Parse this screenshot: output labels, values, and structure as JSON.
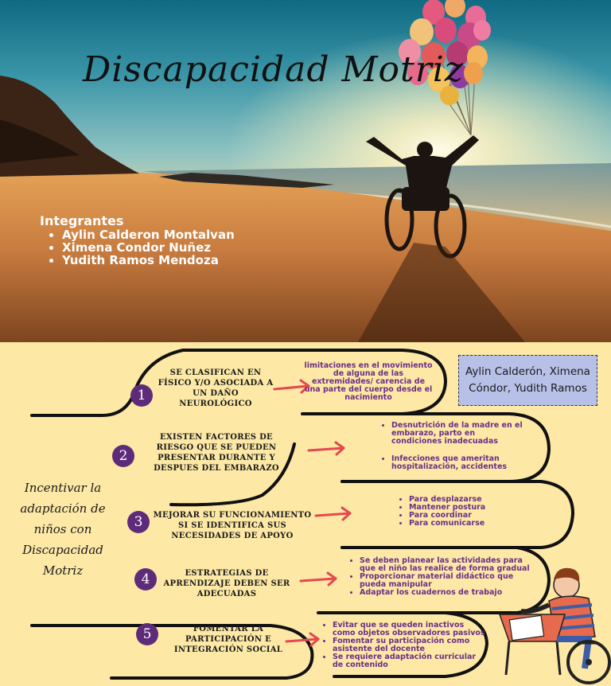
{
  "hero": {
    "title": "Discapacidad Motriz",
    "members_heading": "Integrantes",
    "members": [
      "Aylin Calderon Montalvan",
      "Ximena Condor Nuñez",
      "Yudith Ramos Mendoza"
    ]
  },
  "infographic": {
    "side_title": "Incentivar la adaptación de niños con Discapacidad Motriz",
    "authors_box": "Aylin Calderón, Ximena Cóndor, Yudith Ramos",
    "steps": [
      {
        "number": "1",
        "text": "Se clasifican en físico y/o asociada a un daño neurológico",
        "details": [
          "limitaciones en el movimiento de alguna de las extremidades/ carencia de una parte del cuerpo desde el nacimiento"
        ]
      },
      {
        "number": "2",
        "text": "Existen factores de riesgo que se pueden presentar durante y despues del embarazo",
        "details": [
          "Desnutrición de la madre en el embarazo, parto en condiciones inadecuadas",
          "Infecciones que ameritan hospitalización, accidentes"
        ]
      },
      {
        "number": "3",
        "text": "Mejorar su funcionamiento si se identifica sus necesidades de apoyo",
        "details": [
          "Para desplazarse",
          "Mantener postura",
          "Para coordinar",
          "Para comunicarse"
        ]
      },
      {
        "number": "4",
        "text": "Estrategias de aprendizaje deben ser adecuadas",
        "details": [
          "Se deben planear las actividades para que el niño las realice de forma gradual",
          "Proporcionar material didáctico que pueda manipular",
          "Adaptar los cuadernos de trabajo"
        ]
      },
      {
        "number": "5",
        "text": "Fomentar la participación e integración social",
        "details": [
          "Evitar que se queden inactivos como objetos observadores pasivos",
          "Fomentar su participación como asistente del docente",
          "Se requiere adaptación curricular de contenido"
        ]
      }
    ]
  },
  "colors": {
    "accent_purple": "#5e2b7a",
    "detail_purple": "#6a2f86",
    "arrow_red": "#e5484d",
    "background_cream": "#fde8a6",
    "box_lavender": "#b7c1e8"
  }
}
